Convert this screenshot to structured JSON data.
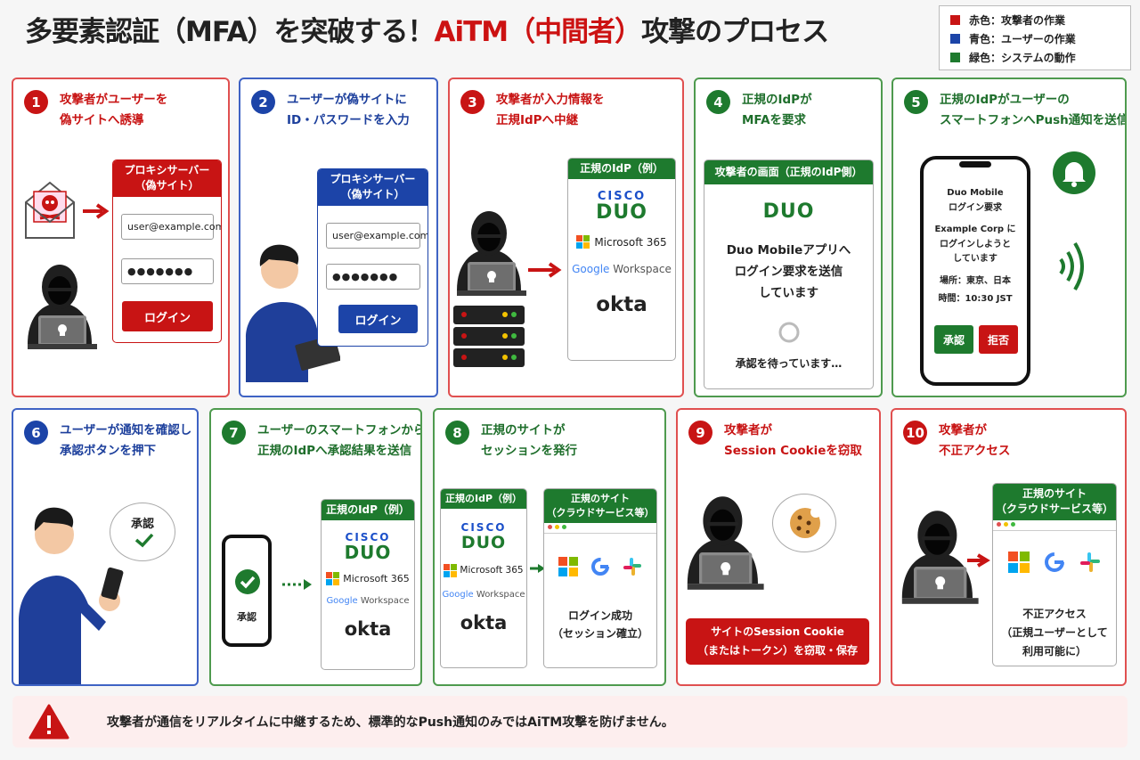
{
  "title": {
    "part1": "多要素認証（MFA）を突破する！",
    "part2": "AiTM（中間者）",
    "part3": "攻撃のプロセス"
  },
  "legend": [
    {
      "label": "赤色：攻撃者の作業",
      "color": "#c81414"
    },
    {
      "label": "青色：ユーザーの作業",
      "color": "#1c44a8"
    },
    {
      "label": "緑色：システムの動作",
      "color": "#1e7a2e"
    }
  ],
  "steps": [
    {
      "num": "1",
      "l1": "攻撃者がユーザーを",
      "l2": "偽サイトへ誘導"
    },
    {
      "num": "2",
      "l1": "ユーザーが偽サイトに",
      "l2": "ID・パスワードを入力"
    },
    {
      "num": "3",
      "l1": "攻撃者が入力情報を",
      "l2": "正規IdPへ中継"
    },
    {
      "num": "4",
      "l1": "正規のIdPが",
      "l2": "MFAを要求"
    },
    {
      "num": "5",
      "l1": "正規のIdPがユーザーの",
      "l2": "スマートフォンへPush通知を送信"
    },
    {
      "num": "6",
      "l1": "ユーザーが通知を確認し",
      "l2": "承認ボタンを押下"
    },
    {
      "num": "7",
      "l1": "ユーザーのスマートフォンから",
      "l2": "正規のIdPへ承認結果を送信"
    },
    {
      "num": "8",
      "l1": "正規のサイトが",
      "l2": "セッションを発行"
    },
    {
      "num": "9",
      "l1": "攻撃者が",
      "l2": "Session Cookieを窃取"
    },
    {
      "num": "10",
      "l1": "攻撃者が",
      "l2": "不正アクセス"
    }
  ],
  "proxy": {
    "l1": "プロキシサーバー",
    "l2": "（偽サイト）",
    "email": "user@example.com",
    "password": "●●●●●●●",
    "login": "ログイン"
  },
  "idp": {
    "header": "正規のIdP（例）",
    "cisco": "CISCO",
    "duo": "DUO",
    "microsoft": "Microsoft 365",
    "google": "Google",
    "workspace": "Workspace",
    "okta": "okta"
  },
  "attacker_screen": {
    "header": "攻撃者の画面（正規のIdP側）",
    "l1": "Duo Mobileアプリへ",
    "l2": "ログイン要求を送信",
    "l3": "しています",
    "waiting": "承認を待っています…"
  },
  "phone": {
    "app": "Duo Mobile",
    "req": "ログイン要求",
    "msg1": "Example Corp に",
    "msg2": "ログインしようと",
    "msg3": "しています",
    "loc": "場所：東京、日本",
    "time": "時間：10:30 JST",
    "approve": "承認",
    "deny": "拒否"
  },
  "bubble": {
    "approve": "承認"
  },
  "site": {
    "l1": "正規のサイト",
    "l2": "（クラウドサービス等）",
    "success1": "ログイン成功",
    "success2": "（セッション確立）",
    "illegal1": "不正アクセス",
    "illegal2": "（正規ユーザーとして",
    "illegal3": "利用可能に）"
  },
  "cookie": {
    "l1": "サイトのSession Cookie",
    "l2": "（またはトークン）を窃取・保存"
  },
  "warning": "攻撃者が通信をリアルタイムに中継するため、標準的なPush通知のみではAiTM攻撃を防げません。"
}
